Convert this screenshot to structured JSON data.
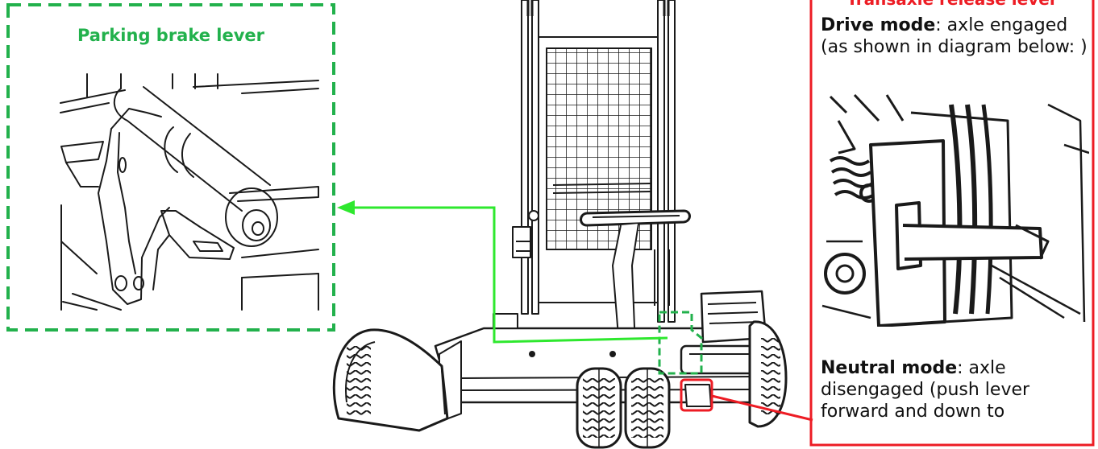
{
  "colors": {
    "green_callout": "#22b14c",
    "green_arrow": "#2ee82e",
    "red_callout": "#ed1c24",
    "line_art": "#1a1a1a",
    "background": "#ffffff"
  },
  "parking_brake": {
    "title": "Parking brake lever"
  },
  "transaxle": {
    "heading": "Transaxle release lever",
    "drive_mode_label": "Drive mode",
    "drive_mode_text": ": axle engaged (as shown in diagram below: )",
    "neutral_mode_label": "Neutral mode",
    "neutral_mode_text": ": axle disengaged (push lever forward and down to"
  },
  "icons": {
    "leader_arrow": "arrow-left-icon"
  }
}
